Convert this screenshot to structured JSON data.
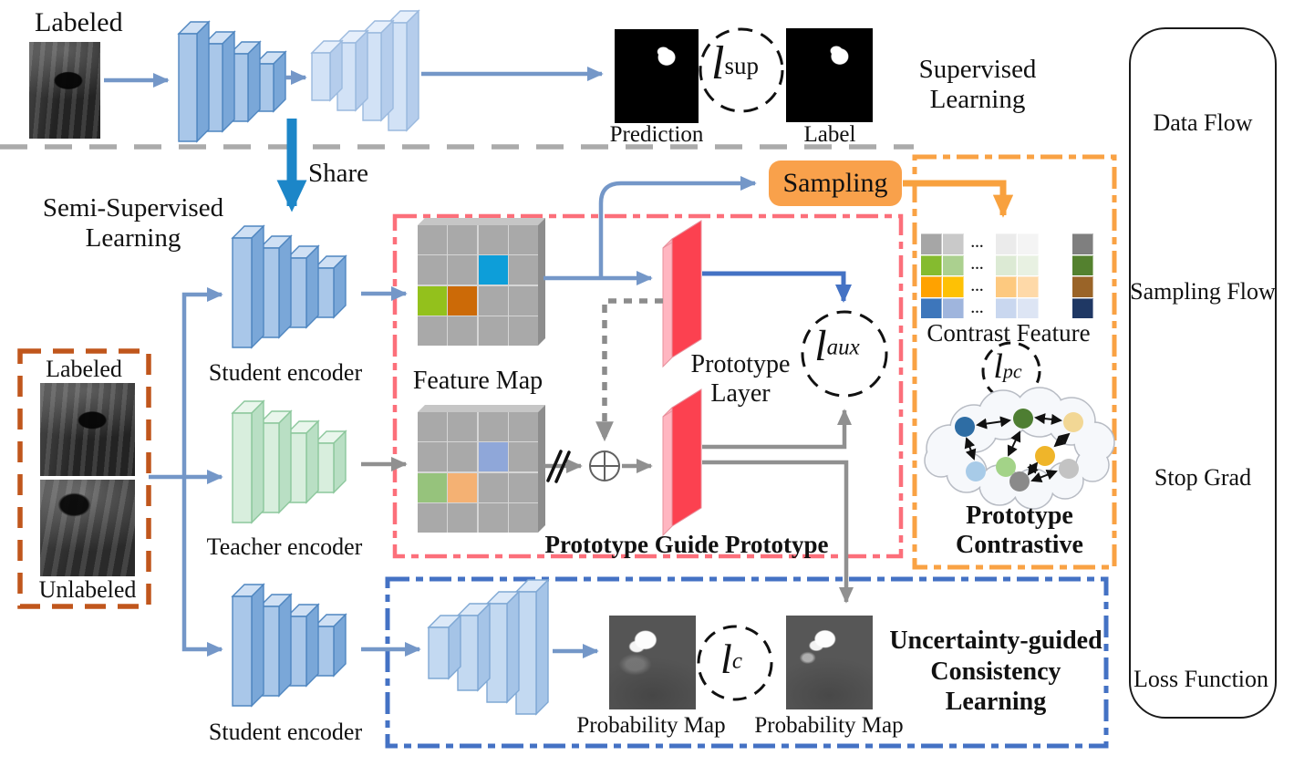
{
  "labels": {
    "labeled": "Labeled",
    "unlabeled": "Unlabeled",
    "prediction": "Prediction",
    "label": "Label",
    "supervised": [
      "Supervised",
      "Learning"
    ],
    "semi_supervised": [
      "Semi-Supervised",
      "Learning"
    ],
    "share": "Share",
    "student_encoder": "Student encoder",
    "teacher_encoder": "Teacher encoder",
    "feature_map": "Feature Map",
    "prototype_layer": [
      "Prototype",
      "Layer"
    ],
    "prototype_guide_prototype": "Prototype Guide Prototype",
    "sampling": "Sampling",
    "contrast_feature": "Contrast Feature",
    "prototype_contrastive": [
      "Prototype",
      "Contrastive"
    ],
    "probability_map": "Probability Map",
    "uncertainty": [
      "Uncertainty-guided",
      "Consistency",
      "Learning"
    ]
  },
  "losses": {
    "sup": {
      "main": "l",
      "sub": "sup"
    },
    "aux": {
      "main": "l",
      "sub": "aux"
    },
    "pc": {
      "main": "l",
      "sub": "pc"
    },
    "c": {
      "main": "l",
      "sub": "c"
    }
  },
  "legend": {
    "items": [
      {
        "label": "Data Flow",
        "type": "arrow",
        "color": "#7497c8"
      },
      {
        "label": "Sampling Flow",
        "type": "arrow",
        "color": "#f8a13e"
      },
      {
        "label": "Stop Grad",
        "type": "arrow-slash",
        "color": "#a6a6a6"
      },
      {
        "label": "Loss Function",
        "type": "dashed-circle",
        "color": "#111111"
      }
    ]
  },
  "feature_maps": {
    "student": {
      "rows": [
        [
          "#a9a9a9",
          "#a9a9a9",
          "#a9a9a9",
          "#a9a9a9"
        ],
        [
          "#a9a9a9",
          "#a9a9a9",
          "#0d9ed9",
          "#a9a9a9"
        ],
        [
          "#93c11c",
          "#cc6a07",
          "#a9a9a9",
          "#a9a9a9"
        ],
        [
          "#a9a9a9",
          "#a9a9a9",
          "#a9a9a9",
          "#a9a9a9"
        ]
      ]
    },
    "teacher": {
      "rows": [
        [
          "#a9a9a9",
          "#a9a9a9",
          "#a9a9a9",
          "#a9a9a9"
        ],
        [
          "#a9a9a9",
          "#a9a9a9",
          "#8fa7d9",
          "#a9a9a9"
        ],
        [
          "#96c37c",
          "#f4b173",
          "#a9a9a9",
          "#a9a9a9"
        ],
        [
          "#a9a9a9",
          "#a9a9a9",
          "#a9a9a9",
          "#a9a9a9"
        ]
      ]
    }
  },
  "contrast_feature": {
    "dots": "...",
    "columns": [
      {
        "cells": [
          "#a6a6a6",
          "#85bb2f",
          "#ffa200",
          "#3d76bb"
        ]
      },
      {
        "cells": [
          "#c9c9c9",
          "#abd08f",
          "#fec105",
          "#9fb5dd"
        ]
      },
      {
        "cells": [
          "#ebebeb",
          "#dcead4",
          "#fdc97f",
          "#c9d7ef"
        ]
      },
      {
        "cells": [
          "#f4f4f4",
          "#e8f1e2",
          "#fed9a8",
          "#dde5f4"
        ]
      },
      {
        "cells": [
          "#7f7f7f",
          "#54812f",
          "#9a6428",
          "#1f3864"
        ]
      }
    ]
  },
  "cloud": {
    "nodes": [
      {
        "color": "#2e6da4"
      },
      {
        "color": "#4e7e32"
      },
      {
        "color": "#f2d795"
      },
      {
        "color": "#a8cbe8"
      },
      {
        "color": "#a3d388"
      },
      {
        "color": "#efb52a"
      },
      {
        "color": "#8a8a8a"
      },
      {
        "color": "#c3c3c3"
      }
    ]
  },
  "colors": {
    "data_flow": "#7497c8",
    "sampling_flow": "#f8a13e",
    "stop_grad": "#999999",
    "share_arrow": "#1c86c8",
    "aux_arrow": "#4472c4",
    "red_box": "#fc6f7a",
    "orange_box": "#f9a244",
    "blue_box": "#4472c4",
    "left_box": "#c0561c",
    "prototype_layer_front": "#fc4150",
    "prototype_layer_edge": "#ffb6c1"
  }
}
